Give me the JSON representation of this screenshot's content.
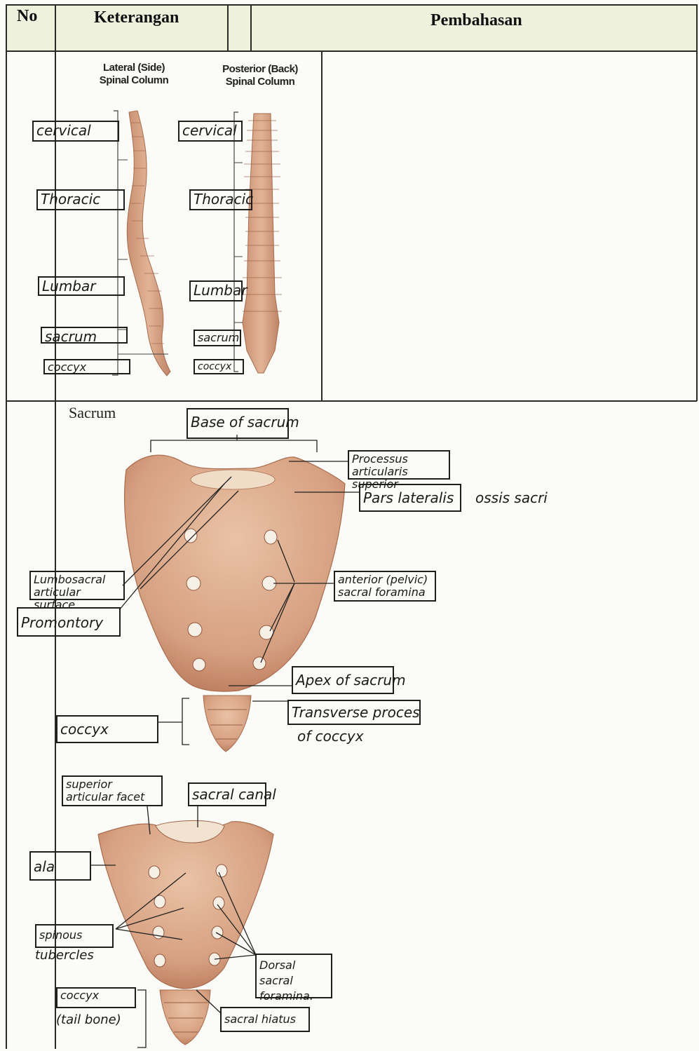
{
  "table": {
    "headers": {
      "no": "No",
      "keterangan": "Keterangan",
      "pembahasan": "Pembahasan"
    }
  },
  "spine_figure": {
    "lateral_caption": "Lateral (Side)\nSpinal Column",
    "posterior_caption": "Posterior (Back)\nSpinal Column",
    "lateral_labels": {
      "cervical": "cervical",
      "thoracic": "Thoracic",
      "lumbar": "Lumbar",
      "sacrum": "sacrum",
      "coccyx": "coccyx"
    },
    "posterior_labels": {
      "cervical": "cervical",
      "thoracic": "Thoracic",
      "lumbar": "Lumbar",
      "sacrum": "sacrum",
      "coccyx": "coccyx"
    }
  },
  "sacrum_anterior": {
    "section_title": "Sacrum",
    "labels": {
      "base": "Base of sacrum",
      "processus": "Processus articularis superior",
      "pars_lateralis": "Pars lateralis",
      "ossis_sacri": "ossis sacri",
      "lumbosacral": "Lumbosacral articular surface",
      "anterior_foramina": "anterior (pelvic) sacral foramina",
      "promontory": "Promontory",
      "apex": "Apex of sacrum",
      "transverse": "Transverse proces",
      "of_coccyx": "of coccyx",
      "coccyx": "coccyx"
    }
  },
  "sacrum_posterior": {
    "labels": {
      "superior_facet": "superior articular facet",
      "sacral_canal": "sacral canal",
      "ala": "ala",
      "spinous": "spinous",
      "tubercles": "tubercles",
      "dorsal_foramina": "Dorsal sacral foramina.",
      "coccyx": "coccyx",
      "tail_bone": "(tail bone)",
      "hiatus": "sacral hiatus"
    }
  },
  "colors": {
    "bone": "#d9a585",
    "bone_shade": "#b87a5e",
    "header_bg": "#eef2dd",
    "line": "#2a2a2a"
  }
}
